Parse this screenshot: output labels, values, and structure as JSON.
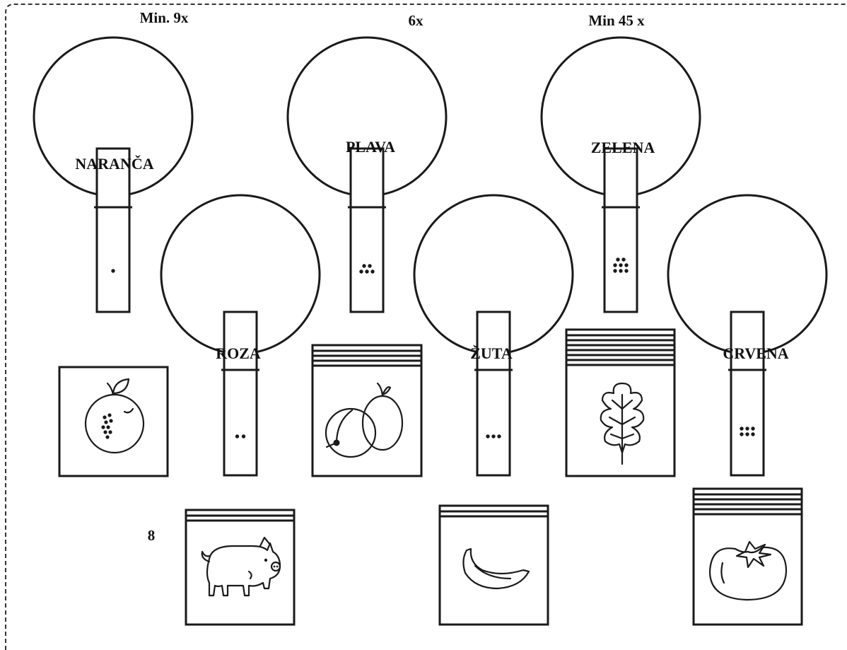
{
  "counts": {
    "narance": "Min. 9x",
    "plava": "6x",
    "zelena": "Min 45 x",
    "prasac": "8"
  },
  "labels": {
    "naranca": "NARANČA",
    "plava": "PLAVA",
    "zelena": "ZELENA",
    "roza": "ROZA",
    "zuta": "ŽUTA",
    "crvena": "CRVENA"
  },
  "tokens": {
    "naranca": 1,
    "plava": 5,
    "zelena": 8,
    "roza": 2,
    "zuta": 3,
    "crvena": 6
  },
  "pictures": [
    "orange-icon",
    "plums-icon",
    "oak-leaf-icon",
    "pig-icon",
    "banana-icon",
    "tomato-icon"
  ]
}
